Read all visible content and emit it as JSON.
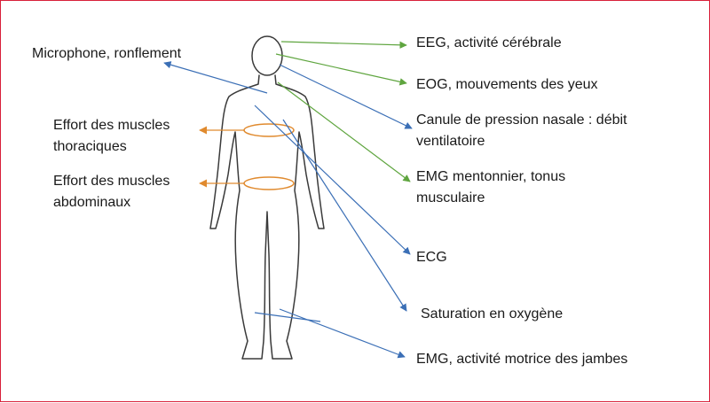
{
  "colors": {
    "border": "#d8203a",
    "body_outline": "#3a3a3a",
    "arrow_blue": "#3b6fb6",
    "arrow_green": "#5fa53f",
    "arrow_orange": "#e08a2e"
  },
  "icons": {
    "figure": "human-body-outline-icon"
  },
  "labels": {
    "microphone": "Microphone, ronflement",
    "thorax_line1": "Effort des muscles",
    "thorax_line2": "thoraciques",
    "abdomen_line1": "Effort des muscles",
    "abdomen_line2": "abdominaux",
    "eeg": "EEG, activité cérébrale",
    "eog": "EOG, mouvements des yeux",
    "nasal_line1": "Canule de pression nasale : débit",
    "nasal_line2": "ventilatoire",
    "emg_chin_line1": "EMG mentonnier, tonus",
    "emg_chin_line2": "musculaire",
    "ecg": "ECG",
    "spo2": "Saturation en oxygène",
    "emg_legs": "EMG, activité motrice des jambes"
  }
}
